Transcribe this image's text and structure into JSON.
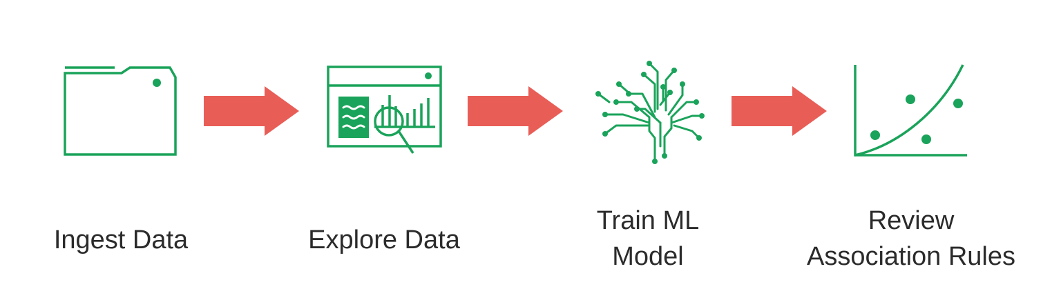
{
  "colors": {
    "icon_green": "#1aa35a",
    "arrow_red": "#e95d57",
    "label_text": "#2b2b2b"
  },
  "steps": [
    {
      "icon": "folder-icon",
      "lines": [
        "Ingest Data"
      ]
    },
    {
      "icon": "data-dashboard-magnifier-icon",
      "lines": [
        "Explore Data"
      ]
    },
    {
      "icon": "circuit-brain-tree-icon",
      "lines": [
        "Train ML",
        "Model"
      ]
    },
    {
      "icon": "scatter-plot-curve-icon",
      "lines": [
        "Review",
        "Association Rules"
      ]
    }
  ],
  "connectors": [
    "right-arrow-icon",
    "right-arrow-icon",
    "right-arrow-icon"
  ]
}
